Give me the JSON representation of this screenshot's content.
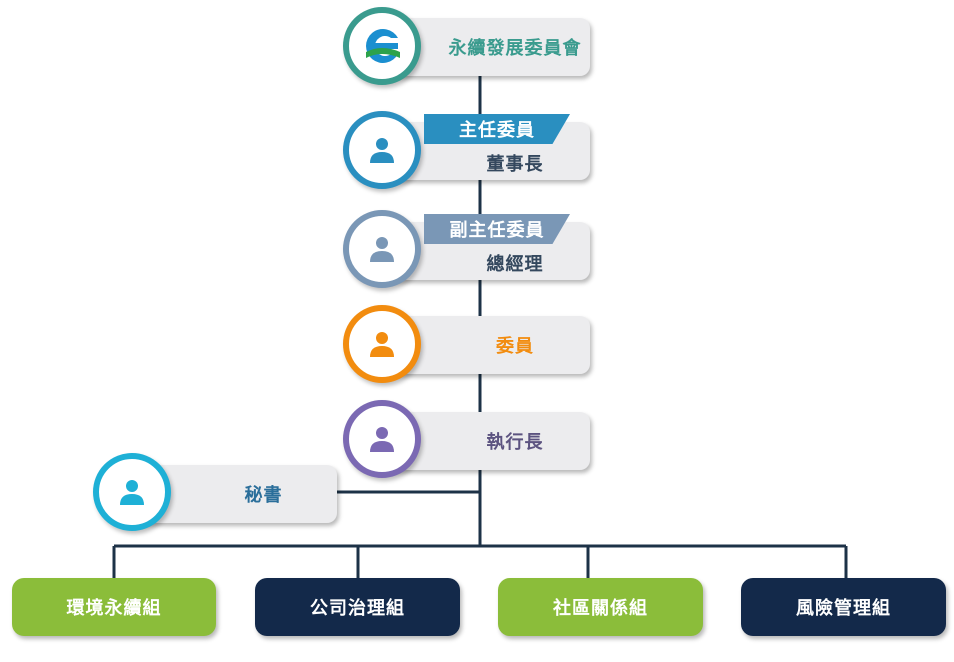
{
  "colors": {
    "connector": "#1d3247",
    "teal": "#3a9b8e",
    "blue": "#2a8fc0",
    "slate": "#7a97b6",
    "orange": "#f28c0f",
    "purple": "#7b69b3",
    "cyan": "#1eb0d6",
    "green": "#8bbd3a",
    "navy": "#13294a"
  },
  "committee": {
    "title": "永續發展委員會",
    "logo_icon": "company-logo-icon"
  },
  "chair": {
    "role": "主任委員",
    "person": "董事長",
    "icon": "person-icon"
  },
  "vice_chair": {
    "role": "副主任委員",
    "person": "總經理",
    "icon": "person-icon"
  },
  "member": {
    "role": "委員",
    "icon": "person-icon"
  },
  "executive": {
    "role": "執行長",
    "icon": "person-icon"
  },
  "secretary": {
    "role": "秘書",
    "icon": "person-icon"
  },
  "groups": [
    {
      "label": "環境永續組",
      "color": "green"
    },
    {
      "label": "公司治理組",
      "color": "navy"
    },
    {
      "label": "社區關係組",
      "color": "green"
    },
    {
      "label": "風險管理組",
      "color": "navy"
    }
  ]
}
